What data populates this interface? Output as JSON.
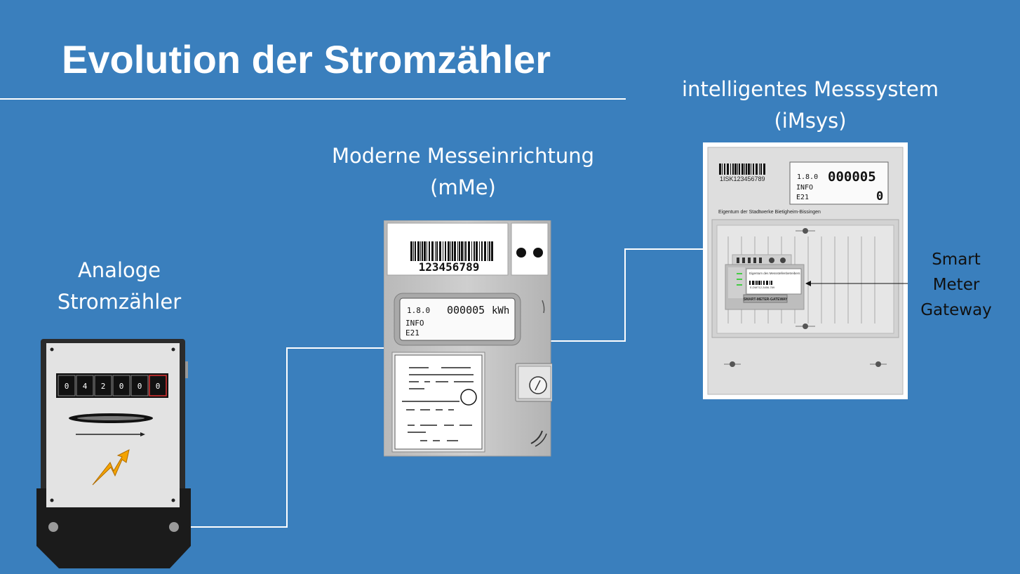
{
  "title": "Evolution der Stromzähler",
  "labels": {
    "analog": [
      "Analoge",
      "Stromzähler"
    ],
    "mme": [
      "Moderne Messeinrichtung",
      "(mMe)"
    ],
    "imsys": [
      "intelligentes Messsystem",
      "(iMsys)"
    ],
    "gateway": [
      "Smart",
      "Meter",
      "Gateway"
    ]
  },
  "analog_meter": {
    "digits": [
      "0",
      "4",
      "2",
      "0",
      "0",
      "0"
    ]
  },
  "mme_meter": {
    "barcode": "123456789",
    "obis": "1.8.0",
    "reading": "000005",
    "unit": "kWh",
    "info": "INFO",
    "code": "E21"
  },
  "imsys_meter": {
    "barcode": "1ISK123456789",
    "obis": "1.8.0",
    "reading": "000005",
    "info": "INFO",
    "code": "E21",
    "power": "0",
    "owner": "Eigentum der Stadtwerke Bietigheim-Bissingen",
    "gateway_owner": "Eigentum des Messstellenbetreibers",
    "gateway_id": "E-DM712-3456-789",
    "gateway_name": "SMART-METER-GATEWAY"
  },
  "colors": {
    "background": "#3a7fbd",
    "text": "#ffffff",
    "connector": "#ffffff",
    "lightning": "#f4a300"
  }
}
